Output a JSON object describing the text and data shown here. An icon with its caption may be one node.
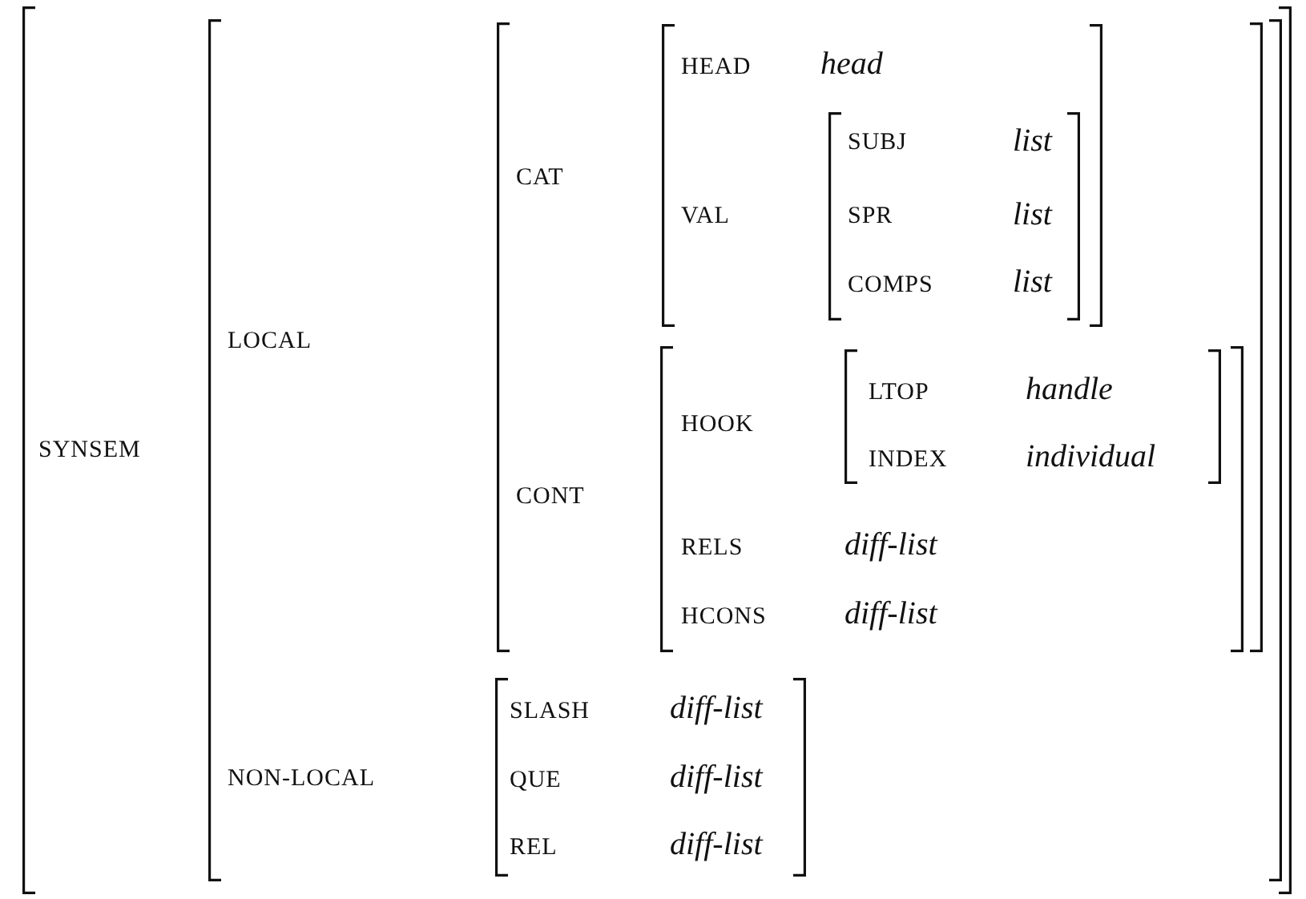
{
  "diagram": {
    "nodes": [
      {
        "text": [
          "SYNSEM"
        ]
      },
      {
        "text": [
          "LOCAL",
          "NON-LOCAL"
        ],
        "in": 0
      },
      {
        "text": [
          "CAT",
          "CONT"
        ],
        "in": 1
      },
      {
        "text": [
          "HEAD",
          "head",
          "VAL"
        ],
        "in": 2
      },
      {
        "text": [
          "SUBJ",
          "list",
          "SPR",
          "list",
          "COMPS",
          "list"
        ],
        "in": 3
      },
      {
        "text": [
          "HOOK",
          "RELS",
          "diff-list",
          "HCONS",
          "diff-list"
        ],
        "in": 2
      },
      {
        "text": [
          "LTOP",
          "handle",
          "INDEX",
          "individual"
        ],
        "in": 5
      },
      {
        "text": [
          "SLASH",
          "diff-list",
          "QUE",
          "diff-list",
          "REL",
          "diff-list"
        ],
        "in": 1
      }
    ]
  }
}
